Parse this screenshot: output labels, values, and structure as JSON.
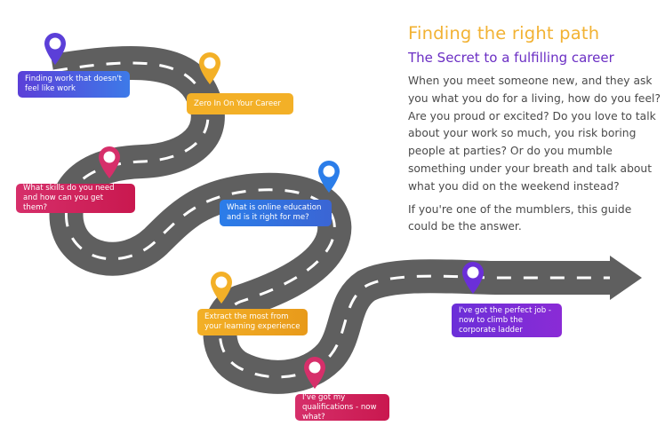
{
  "heading": "Finding the right path",
  "subheading": "The Secret to a fulfilling career",
  "paragraphs": [
    "When you meet someone new, and they ask you what you do for a living, how do you feel? Are you proud or excited? Do you love to talk about your work so much, you risk boring people at parties? Or do you mumble something under your breath and talk about what you did on the weekend instead?",
    "If you're one of the mumblers, this guide could be the answer."
  ],
  "steps": [
    {
      "label": "Finding work that doesn't feel like work",
      "color": "#5b3fd8",
      "gradient_to": "#3d7ae8"
    },
    {
      "label": "Zero In On Your Career",
      "color": "#f3b027",
      "gradient_to": "#f3b027"
    },
    {
      "label": "What skills do you need and how can you get them?",
      "color": "#d62f6a",
      "gradient_to": "#c9184f"
    },
    {
      "label": "What is online education and is it right for me?",
      "color": "#2b7de9",
      "gradient_to": "#3b65d4"
    },
    {
      "label": "Extract the most from your learning experience",
      "color": "#f3b027",
      "gradient_to": "#e89a1a"
    },
    {
      "label": "I've got my qualifications - now what?",
      "color": "#d62f6a",
      "gradient_to": "#c9184f"
    },
    {
      "label": "I've got the perfect job - now to climb the corporate ladder",
      "color": "#6b2fd8",
      "gradient_to": "#8a2bd6"
    }
  ],
  "road_color": "#5f5f5f"
}
